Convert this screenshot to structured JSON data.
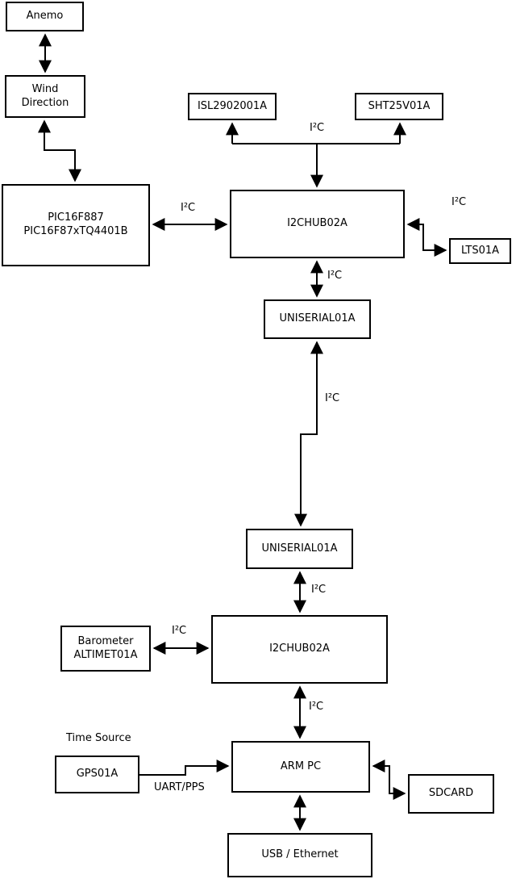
{
  "diagram": {
    "bus_label": "I²C",
    "nodes": {
      "anemo": {
        "label": "Anemo"
      },
      "wind": {
        "label": "Wind\nDirection"
      },
      "pic": {
        "label": "PIC16F887\nPIC16F87xTQ4401B"
      },
      "isl": {
        "label": "ISL2902001A"
      },
      "sht": {
        "label": "SHT25V01A"
      },
      "hub1": {
        "label": "I2CHUB02A"
      },
      "lts": {
        "label": "LTS01A"
      },
      "uniserial1": {
        "label": "UNISERIAL01A"
      },
      "uniserial2": {
        "label": "UNISERIAL01A"
      },
      "hub2": {
        "label": "I2CHUB02A"
      },
      "barometer": {
        "label": "Barometer\nALTIMET01A"
      },
      "gps": {
        "label": "GPS01A"
      },
      "arm_pc": {
        "label": "ARM PC"
      },
      "sdcard": {
        "label": "SDCARD"
      },
      "usb_ethernet": {
        "label": "USB / Ethernet"
      }
    },
    "annotations": {
      "time_source": "Time Source",
      "uart_pps": "UART/PPS"
    },
    "colors": {
      "line": "#000000",
      "box_fill": "#ffffff",
      "text": "#000000"
    }
  }
}
